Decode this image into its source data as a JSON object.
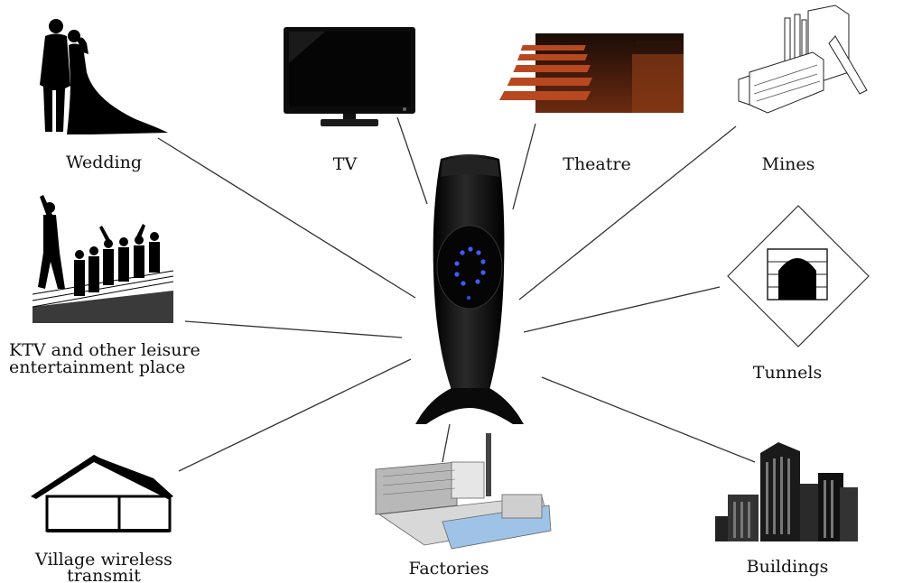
{
  "labels": {
    "wedding": "Wedding",
    "tv": "TV",
    "theatre": "Theatre",
    "mines": "Mines",
    "ktv_line1": "KTV and other leisure",
    "ktv_line2": "entertainment place",
    "tunnels": "Tunnels",
    "village_line1": "Village wireless",
    "village_line2": "transmit",
    "factories": "Factories",
    "buildings": "Buildings"
  },
  "colors": {
    "device_body": "#0a0a0a",
    "device_led": "#3f5bff",
    "connector_line": "#333333",
    "theatre_seats": "#b8481f"
  },
  "icons": [
    "wedding-couple-icon",
    "tv-icon",
    "theatre-icon",
    "mines-icon",
    "ktv-crowd-icon",
    "tunnel-icon",
    "house-icon",
    "factory-icon",
    "buildings-icon",
    "device-icon"
  ]
}
